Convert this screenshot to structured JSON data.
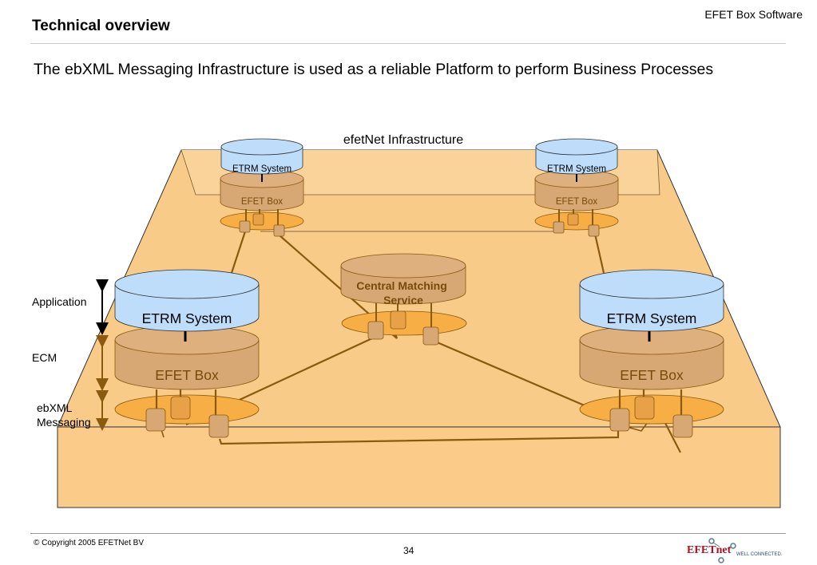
{
  "header": {
    "title": "Technical overview",
    "brand": "EFET Box Software"
  },
  "subtitle": "The ebXML Messaging Infrastructure is used as a reliable Platform to perform Business Processes",
  "diagram": {
    "infrastructure_label": "efetNet Infrastructure",
    "central_service_line1": "Central Matching",
    "central_service_line2": "Service",
    "etrm_label": "ETRM System",
    "efet_box_label": "EFET Box",
    "layers": {
      "application": "Application",
      "ecm": "ECM",
      "ebxml_line1": "ebXML",
      "ebxml_line2": "Messaging"
    },
    "colors": {
      "platform_top": "#F9CB88",
      "platform_front": "#FBCB8A",
      "etrm_blue": "#BDDDFB",
      "efet_box": "#D7A874",
      "messaging_disc": "#F6AE45",
      "connection_line": "#8A5A0E"
    }
  },
  "footer": {
    "copyright": "© Copyright 2005 EFETNet BV",
    "page_number": "34",
    "logo_text": "EFETnet",
    "logo_tagline": "WELL CONNECTED."
  }
}
